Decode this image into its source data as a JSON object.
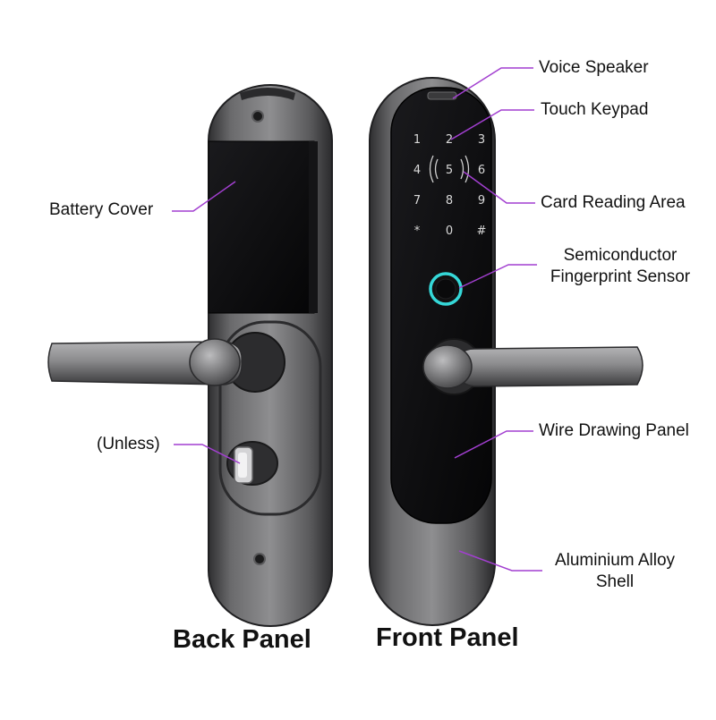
{
  "labels": {
    "voice_speaker": "Voice Speaker",
    "touch_keypad": "Touch Keypad",
    "card_reading_area": "Card Reading Area",
    "fingerprint_line1": "Semiconductor",
    "fingerprint_line2": "Fingerprint Sensor",
    "wire_drawing_panel": "Wire Drawing Panel",
    "alloy_line1": "Aluminium Alloy",
    "alloy_line2": "Shell",
    "battery_cover": "Battery Cover",
    "unless": "(Unless)"
  },
  "titles": {
    "back_panel": "Back Panel",
    "front_panel": "Front Panel"
  },
  "keypad": {
    "keys": [
      "1",
      "2",
      "3",
      "4",
      "5",
      "6",
      "7",
      "8",
      "9",
      "*",
      "0",
      "#"
    ]
  },
  "colors": {
    "callout_line": "#a23fd0",
    "fingerprint_ring": "#35d8d8",
    "panel_black": "#0b0b0d",
    "metal_dark": "#3e3e40",
    "metal_light": "#9a9a9c"
  }
}
